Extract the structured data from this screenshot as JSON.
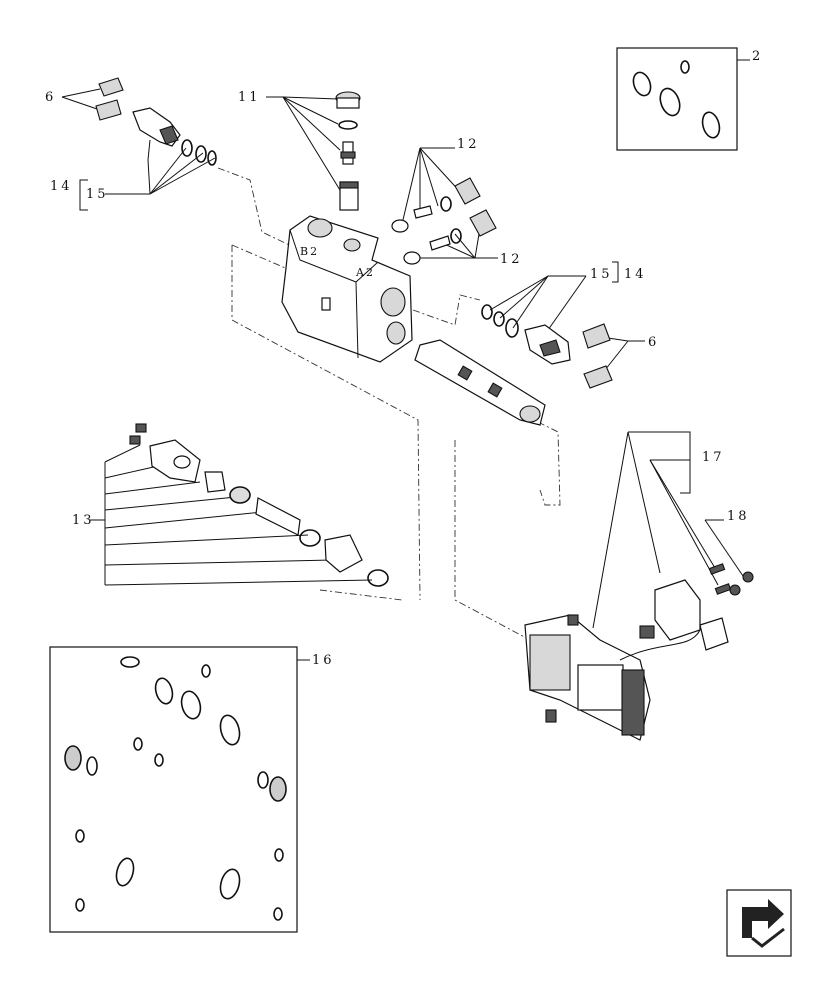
{
  "callouts": {
    "c2": "2",
    "c6a": "6",
    "c6b": "6",
    "c11": "11",
    "c12a": "12",
    "c12b": "12",
    "c13": "13",
    "c14a": "14",
    "c15a": "15",
    "c14b": "14",
    "c15b": "15",
    "c16": "16",
    "c17": "17",
    "c18": "18"
  },
  "ports": {
    "b2": "B2",
    "a2": "A2"
  },
  "nav": {
    "icon": "next-page-arrow-icon"
  }
}
